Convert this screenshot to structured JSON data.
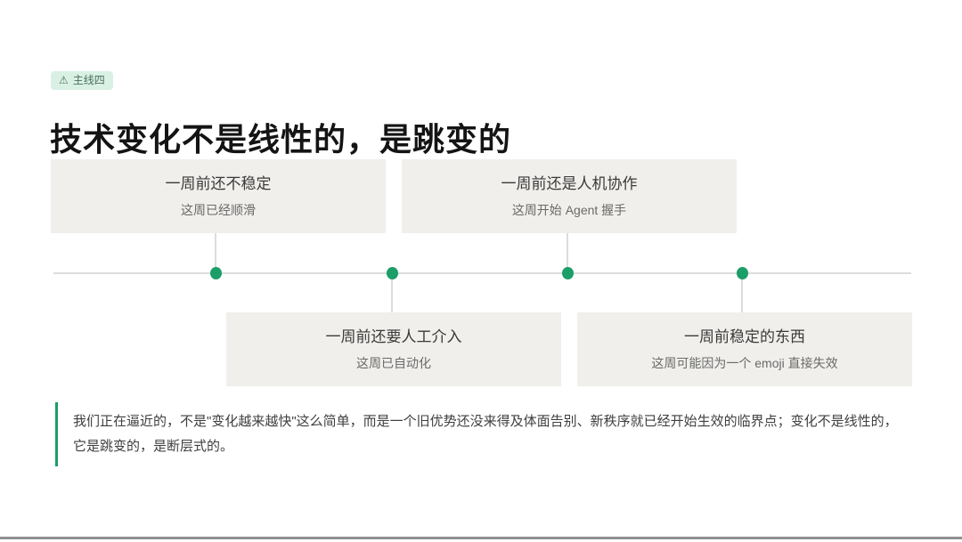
{
  "badge": {
    "icon_glyph": "⚠",
    "label": "主线四"
  },
  "title": "技术变化不是线性的，是跳变的",
  "timeline": {
    "cards": [
      {
        "title": "一周前还不稳定",
        "subtitle": "这周已经顺滑",
        "position": "top"
      },
      {
        "title": "一周前还是人机协作",
        "subtitle": "这周开始 Agent 握手",
        "position": "top"
      },
      {
        "title": "一周前还要人工介入",
        "subtitle": "这周已自动化",
        "position": "bottom"
      },
      {
        "title": "一周前稳定的东西",
        "subtitle": "这周可能因为一个 emoji 直接失效",
        "position": "bottom"
      }
    ],
    "node_count": 4
  },
  "quote": "我们正在逼近的，不是\"变化越来越快\"这么简单，而是一个旧优势还没来得及体面告别、新秩序就已经开始生效的临界点；变化不是线性的，它是跳变的，是断层式的。",
  "colors": {
    "accent_green": "#1b9e67",
    "badge_bg": "#d9f1e4",
    "badge_text": "#4b6f60",
    "card_bg": "#f0efec",
    "line_gray": "#dcdcdc",
    "title_text": "#141414"
  }
}
